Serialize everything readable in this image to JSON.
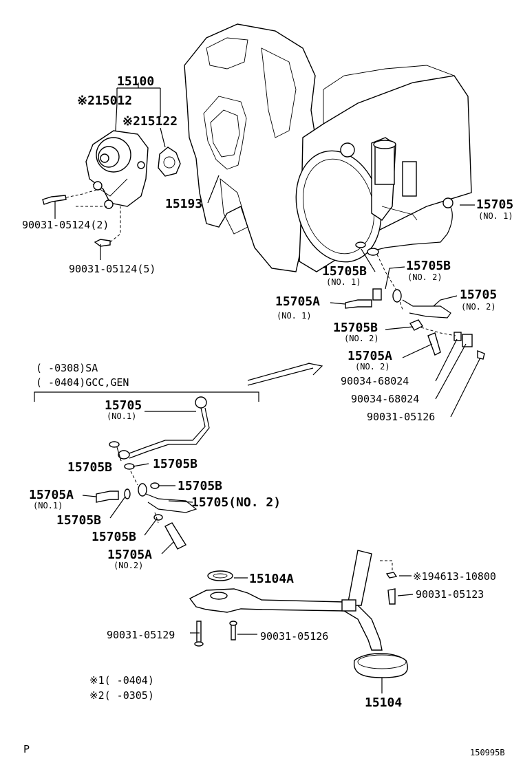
{
  "diagram": {
    "footer": {
      "left": "P",
      "right": "150995B"
    },
    "conditions": {
      "line1": "(     -0308)SA",
      "line2": "(     -0404)GCC,GEN"
    },
    "notes": {
      "note1": "※1(      -0404)",
      "note2": "※2(      -0305)"
    },
    "labels": {
      "p15100": "15100",
      "p215012": "※215012",
      "p215122": "※215122",
      "p15193": "15193",
      "bolt_2": "90031-05124(2)",
      "bolt_5": "90031-05124(5)",
      "p15705_top": "15705",
      "p15705_top_no": "(NO. 1)",
      "p15705b_no1": "15705B",
      "p15705b_no1_sub": "(NO. 1)",
      "p15705b_no2a": "15705B",
      "p15705b_no2a_sub": "(NO. 2)",
      "p15705a_no1": "15705A",
      "p15705a_no1_sub": "(NO. 1)",
      "p15705_no2": "15705",
      "p15705_no2_sub": "(NO. 2)",
      "p15705b_no2b": "15705B",
      "p15705b_no2b_sub": "(NO. 2)",
      "p15705a_no2": "15705A",
      "p15705a_no2_sub": "(NO. 2)",
      "p90034_1": "90034-68024",
      "p90034_2": "90034-68024",
      "p90031_05126_r": "90031-05126",
      "alt_15705": "15705",
      "alt_15705_sub": "(NO.1)",
      "alt_15705b_1": "15705B",
      "alt_15705b_2": "15705B",
      "alt_15705b_3": "15705B",
      "alt_15705_no2": "15705(NO. 2)",
      "alt_15705a_1": "15705A",
      "alt_15705a_1_sub": "(NO.1)",
      "alt_15705b_4": "15705B",
      "alt_15705b_5": "15705B",
      "alt_15705a_2": "15705A",
      "alt_15705a_2_sub": "(NO.2)",
      "p15104a": "15104A",
      "p194613": "※194613-10800",
      "p90031_05123": "90031-05123",
      "p90031_05129": "90031-05129",
      "p90031_05126_b": "90031-05126",
      "p15104": "15104"
    }
  }
}
